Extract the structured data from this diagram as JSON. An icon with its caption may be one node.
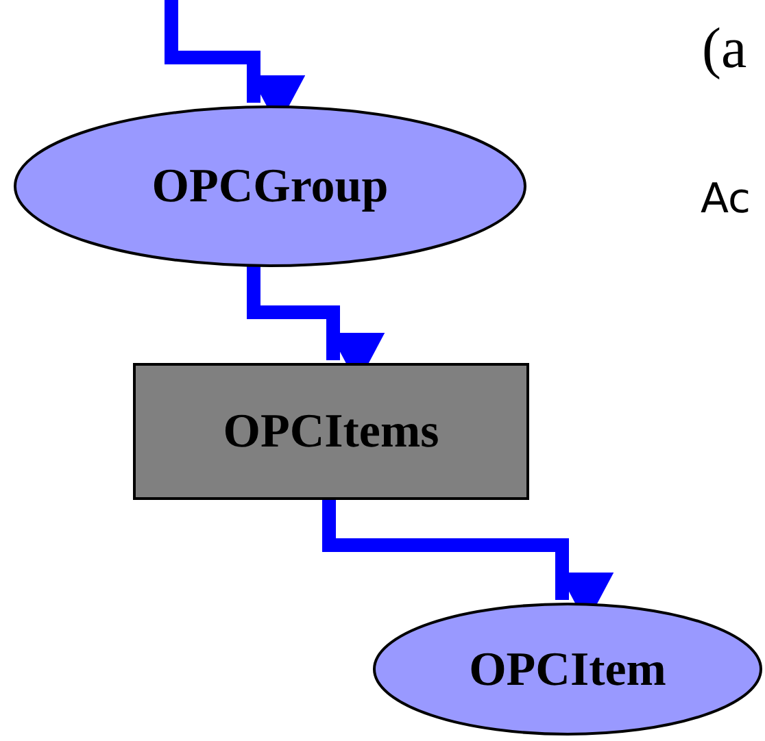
{
  "diagram": {
    "nodes": [
      {
        "text": [
          "OPCGroup"
        ]
      },
      {
        "text": [
          "OPCItems"
        ]
      },
      {
        "text": [
          "OPCItem"
        ]
      }
    ],
    "edges": [
      {
        "from": null,
        "to": 0,
        "arrow": "to"
      },
      {
        "from": 0,
        "to": 1,
        "arrow": "to"
      },
      {
        "from": 1,
        "to": 2,
        "arrow": "to"
      }
    ],
    "labels": [
      "(a",
      "Ac"
    ]
  }
}
